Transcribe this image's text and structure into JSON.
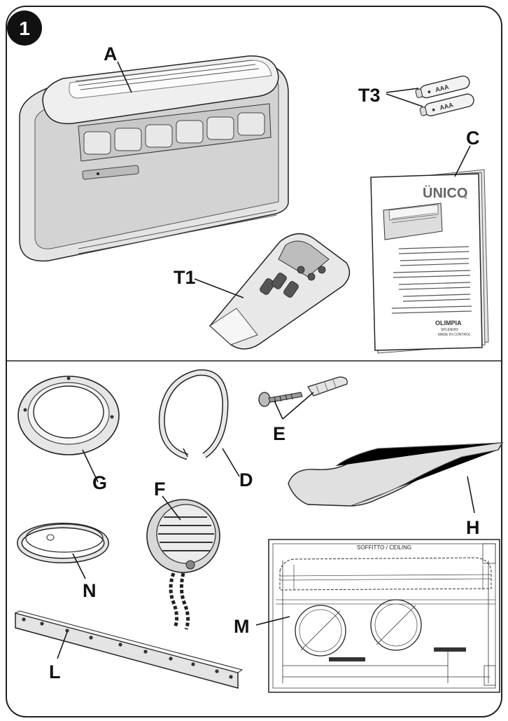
{
  "figure": {
    "step_number": "1",
    "labels": {
      "A": "A",
      "T3": "T3",
      "C": "C",
      "T1": "T1",
      "G": "G",
      "D": "D",
      "E": "E",
      "F": "F",
      "H": "H",
      "N": "N",
      "L": "L",
      "M": "M"
    },
    "batteries": [
      "AAA",
      "AAA"
    ],
    "manual": {
      "brand": "ÜNICO",
      "brand_suffix": "R",
      "maker": "OLIMPIA",
      "maker_sub": "SPLENDID",
      "maker_tag": "MADE IN CONTROL"
    },
    "template_heading": "SOFFITTO / CEILING"
  }
}
